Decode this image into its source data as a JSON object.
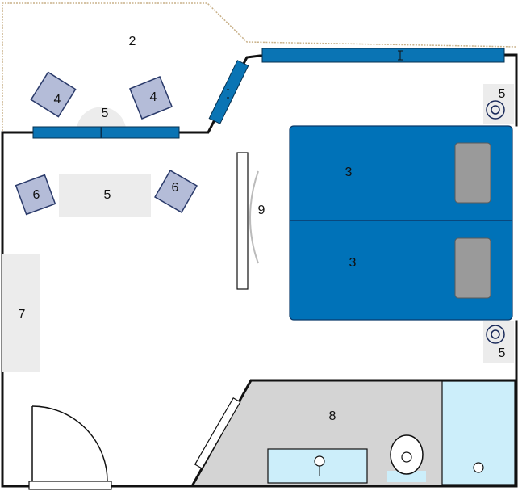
{
  "labels": {
    "balcony": "2",
    "bed_upper": "3",
    "bed_lower": "3",
    "balcony_chair_left": "4",
    "balcony_chair_right": "4",
    "balcony_table": "5",
    "table": "5",
    "chair_left": "6",
    "chair_right": "6",
    "wardrobe": "7",
    "bathroom": "8",
    "mirror_partition": "9",
    "nightstand_upper": "5",
    "nightstand_lower": "5"
  },
  "colors": {
    "wall": "#111111",
    "bed": "#0072b8",
    "bed_edge": "#0a3a6a",
    "pillow": "#9a9a9a",
    "window": "#0a74b4",
    "chair": "#b4bcd8",
    "chair_edge": "#2a3a6a",
    "furniture_light": "#ececec",
    "bathroom_floor": "#d4d4d4",
    "fixture_blue": "#cceefa",
    "balcony_outline": "#c8b088"
  }
}
